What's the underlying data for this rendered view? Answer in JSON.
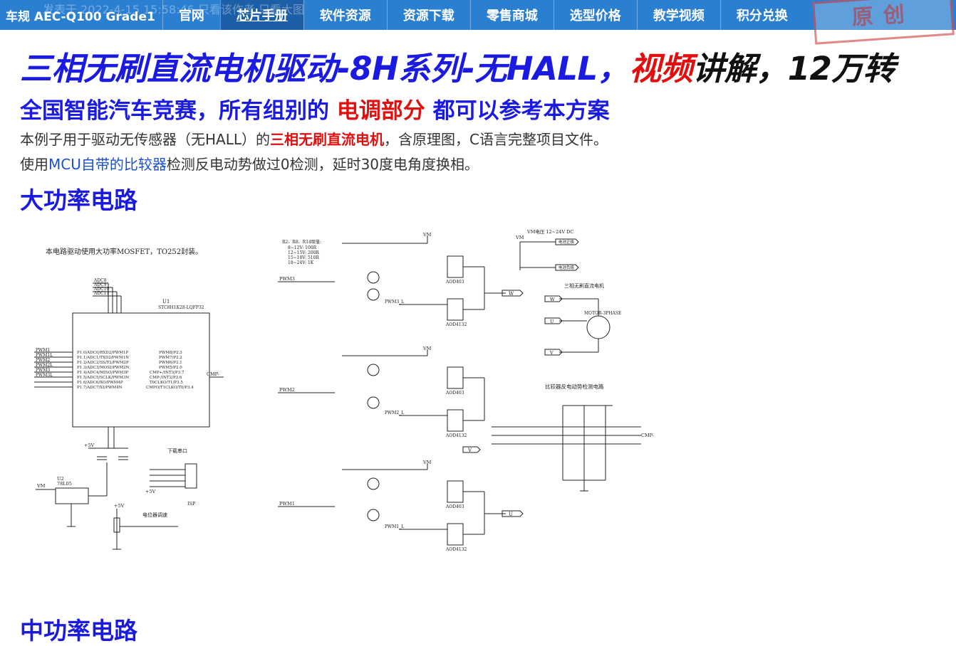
{
  "nav": {
    "brand": "车规 AEC-Q100 Grade1",
    "ghost": "发表于 2022-4-15 15:58:46   只看该作者   只看大图",
    "items": [
      {
        "label": "官网",
        "active": false
      },
      {
        "label": "芯片手册",
        "active": true
      },
      {
        "label": "软件资源",
        "active": false
      },
      {
        "label": "资源下载",
        "active": false
      },
      {
        "label": "零售商城",
        "active": false
      },
      {
        "label": "选型价格",
        "active": false
      },
      {
        "label": "教学视频",
        "active": false
      },
      {
        "label": "积分兑换",
        "active": false
      }
    ],
    "stamp": "原创"
  },
  "title": {
    "part1": "三相无刷直流电机驱动-8H系列-无HALL，",
    "part2": "视频",
    "part3": "讲解，12万转"
  },
  "subtitle": {
    "part1": "全国智能汽车竞赛，所有组别的 ",
    "part2": "电调部分",
    "part3": " 都可以参考本方案"
  },
  "para1": {
    "part1": "本例子用于驱动无传感器（无HALL）的",
    "part2": "三相无刷直流电机",
    "part3": "，含原理图，C语言完整项目文件。"
  },
  "para2": {
    "part1": "使用",
    "part2": "MCU自带的比较器",
    "part3": "检测反电动势做过0检测，延时30度电角度换相。"
  },
  "section_high": "大功率电路",
  "section_mid": "中功率电路",
  "schematic": {
    "note": "本电路驱动使用大功率MOSFET，TO252封装。",
    "mcu_ref": "U1",
    "mcu_part": "STC8H1K28-LQFP32",
    "left_pins": [
      "P1.0/ADC0/RXD2/PWM1P",
      "P1.1/ADC1/TXD2/PWM1N",
      "P1.2/ADC2/SS/T2/PWM2P",
      "P1.3/ADC3/MOSI/PWM2N",
      "P1.4/ADC4/MISO/PWM3P",
      "P1.5/ADC5/SCLK/PWM3N",
      "P1.6/ADC6/XO/PWM4P",
      "P1.7/ADC7/XI/PWM4N"
    ],
    "left_nets": [
      "PWM1",
      "PWM1L",
      "PWM2",
      "PWM2L",
      "PWM3",
      "PWM3L"
    ],
    "right_pins": [
      "PWM8/P2.3",
      "PWM7/P2.2",
      "PWM6/P2.1",
      "PWM5/P2.0",
      "CMP+/INT3/P3.7",
      "CMP-/INT2/P3.6",
      "T0CLKO/T1/P3.5",
      "CMPO/T1CLKO/T0/P3.4"
    ],
    "top_nets": [
      "ADC8",
      "ADC9",
      "ADC10",
      "ADC11"
    ],
    "cmp_net": "CMP-",
    "reg_ref": "U2",
    "reg_part": "78L05",
    "vm": "VM",
    "v5": "+5V",
    "isp_title": "下载串口",
    "isp": "ISP",
    "pot_title": "电位器调速",
    "vm_supply": "VM电压 12~24V DC",
    "motor_title": "三相无刷直流电机",
    "motor_part": "MOTOR-3PHASE",
    "phases": [
      "W",
      "U",
      "V"
    ],
    "comparator_title": "比较器反电动势检测电路",
    "r_values_note": "R2、R8、R14取值:",
    "r_values": [
      "8~12V: 100R",
      "12~15V: 200R",
      "15~18V: 510R",
      "18~24V: 1K"
    ],
    "mosfet_part": "AOD403",
    "mosfet_low": "AOD4132",
    "pwm_hi": [
      "PWM3",
      "PWM2",
      "PWM1"
    ],
    "pwm_lo": [
      "PWM3_L",
      "PWM2_L",
      "PWM1_L"
    ],
    "bat_plus": "电池正极",
    "bat_minus": "电池负极"
  }
}
